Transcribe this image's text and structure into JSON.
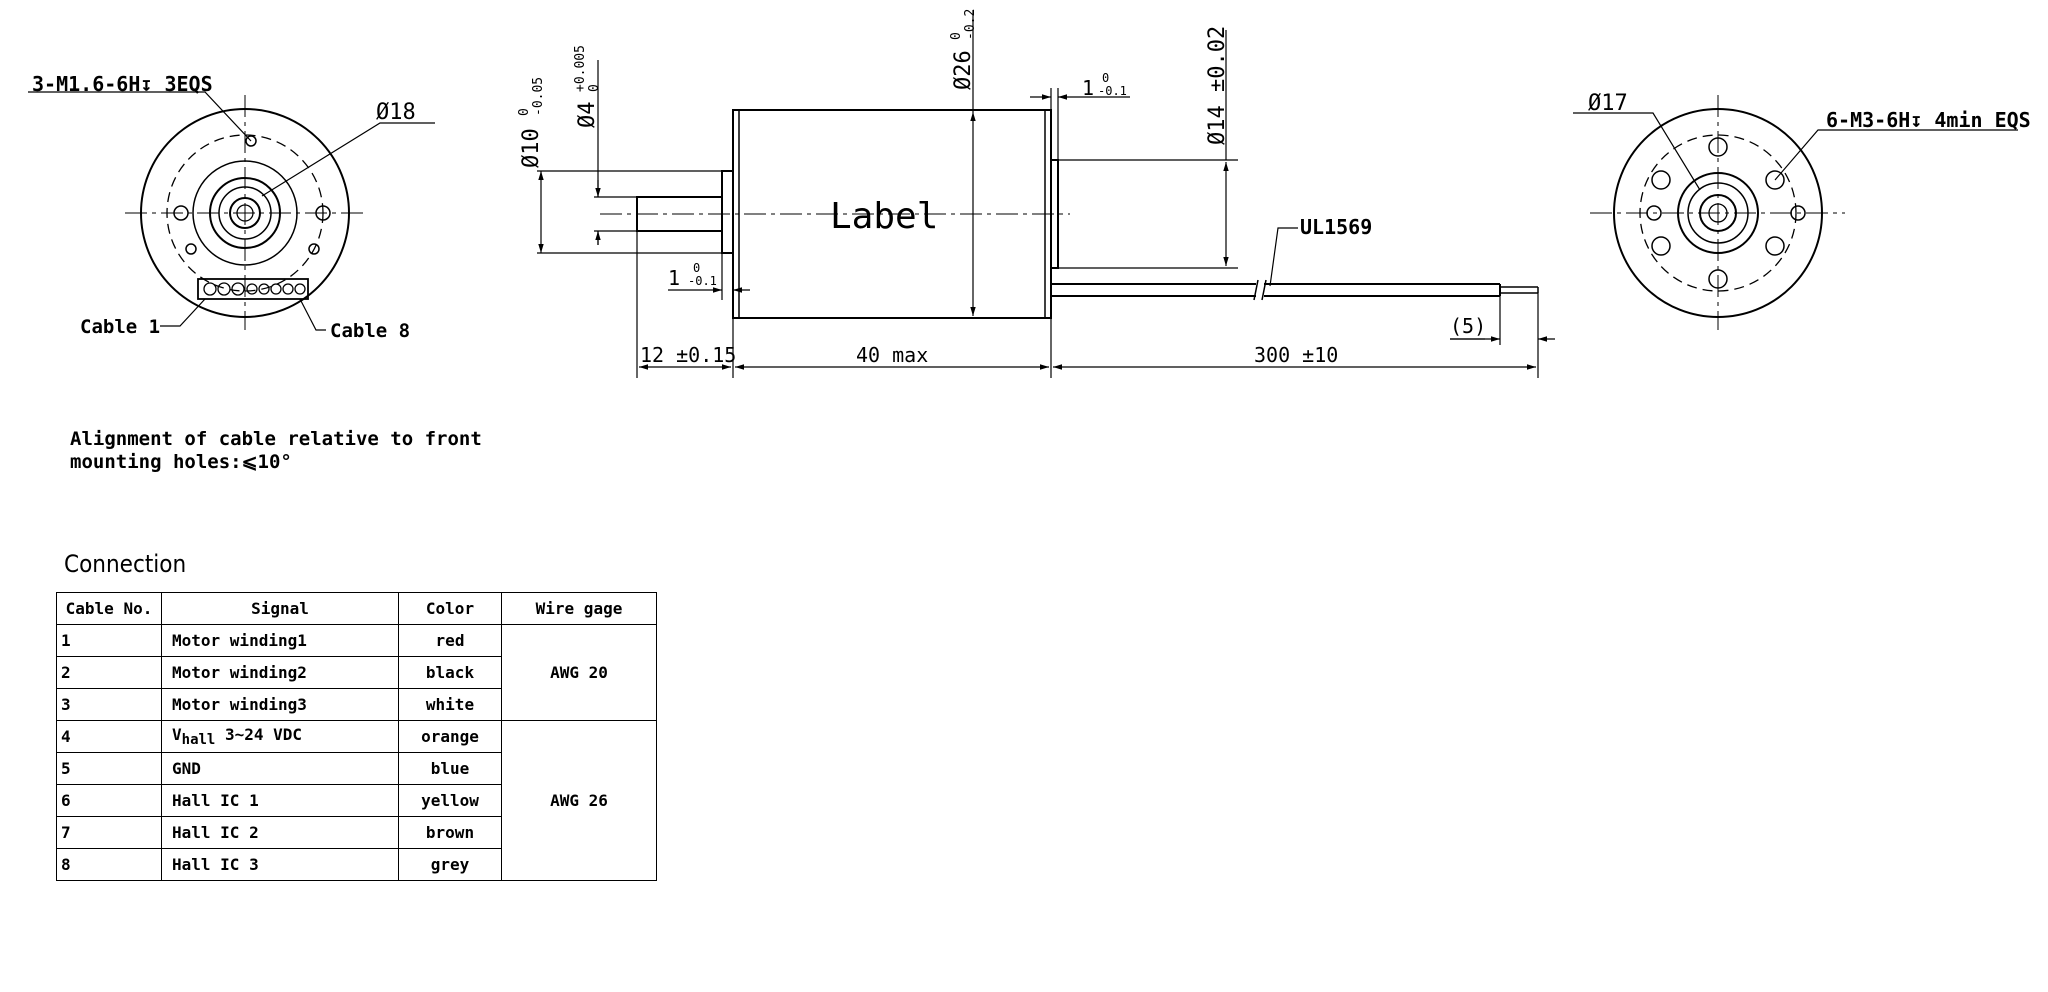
{
  "left_view": {
    "thread_callout": "3-M1.6-6H↧ 3EQS",
    "dia_18": "Ø18",
    "cable_1": "Cable 1",
    "cable_8": "Cable 8"
  },
  "side_view": {
    "shaft_dia": "Ø4",
    "shaft_tol_upper": "+0.005",
    "shaft_tol_lower": "0",
    "pilot_dia": "Ø10",
    "pilot_tol_upper": "0",
    "pilot_tol_lower": "-0.05",
    "body_dia": "Ø26",
    "body_tol_upper": "0",
    "body_tol_lower": "-0.2",
    "rear_step": "1",
    "rear_step_tol_upper": "0",
    "rear_step_tol_lower": "-0.1",
    "rear_hub_dia": "Ø14 ±0.02",
    "front_step": "1",
    "front_step_tol_upper": "0",
    "front_step_tol_lower": "-0.1",
    "label": "Label",
    "cable_type": "UL1569",
    "strip_len": "(5)",
    "shaft_len": "12 ±0.15",
    "body_len": "40 max",
    "cable_len": "300 ±10"
  },
  "right_view": {
    "dia_17": "Ø17",
    "thread_callout": "6-M3-6H↧ 4min EQS"
  },
  "note": {
    "line1": "Alignment of cable relative to front",
    "line2": "mounting holes:⩽10°"
  },
  "connection": {
    "title": "Connection",
    "headers": [
      "Cable No.",
      "Signal",
      "Color",
      "Wire gage"
    ],
    "rows": [
      {
        "no": "1",
        "signal": "Motor winding1",
        "color": "red"
      },
      {
        "no": "2",
        "signal": "Motor winding2",
        "color": "black"
      },
      {
        "no": "3",
        "signal": "Motor winding3",
        "color": "white"
      },
      {
        "no": "4",
        "signal_main": "V",
        "signal_sub": "hall",
        "signal_rest": " 3∼24 VDC",
        "color": "orange"
      },
      {
        "no": "5",
        "signal": "GND",
        "color": "blue"
      },
      {
        "no": "6",
        "signal": "Hall IC 1",
        "color": "yellow"
      },
      {
        "no": "7",
        "signal": "Hall IC 2",
        "color": "brown"
      },
      {
        "no": "8",
        "signal": "Hall IC 3",
        "color": "grey"
      }
    ],
    "gage_group_1": "AWG 20",
    "gage_group_2": "AWG 26"
  }
}
